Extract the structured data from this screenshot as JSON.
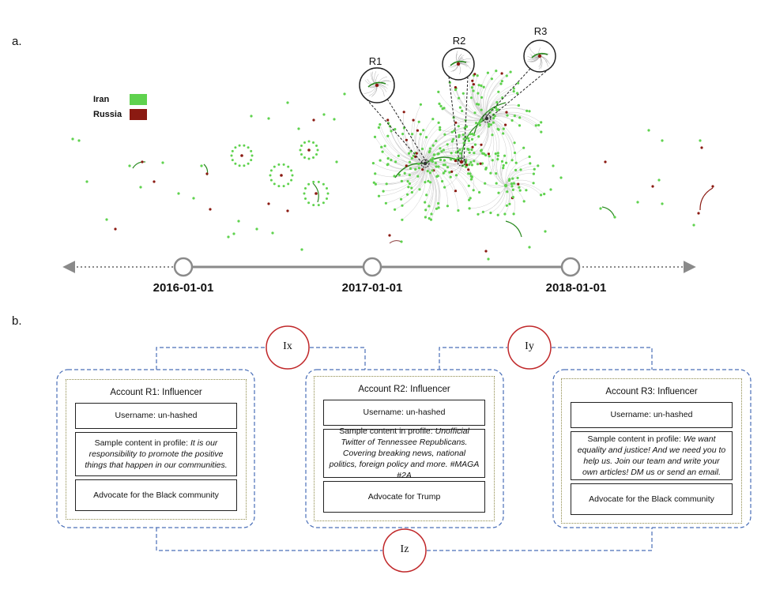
{
  "panels": {
    "a": "a.",
    "b": "b."
  },
  "legend": [
    {
      "label": "Iran",
      "color": "#5fd24e"
    },
    {
      "label": "Russia",
      "color": "#8b1a12"
    }
  ],
  "colors": {
    "edge": "#cfcfcf",
    "timeline": "#8a8a8a",
    "influencer_circle": "#c0282a",
    "card_border": "#4a6fb8"
  },
  "timeline": {
    "dates": [
      "2016-01-01",
      "2017-01-01",
      "2018-01-01"
    ]
  },
  "zoom_labels": [
    "R1",
    "R2",
    "R3"
  ],
  "influence_labels": {
    "ix": "Ix",
    "iy": "Iy",
    "iz": "Iz"
  },
  "cards": [
    {
      "title": "Account R1: Influencer",
      "username": "Username: un-hashed",
      "sample_prefix": "Sample content in profile: ",
      "sample_text": "It is our responsibility to promote the positive things that happen in our communities.",
      "advocate": "Advocate for the Black community"
    },
    {
      "title": "Account R2: Influencer",
      "username": "Username: un-hashed",
      "sample_prefix": "Sample content in profile: ",
      "sample_text": "Unofficial Twitter of Tennessee Republicans. Covering breaking news, national politics, foreign policy and more. #MAGA #2A",
      "advocate": "Advocate for Trump"
    },
    {
      "title": "Account R3: Influencer",
      "username": "Username: un-hashed",
      "sample_prefix": "Sample content in profile: ",
      "sample_text": "We want equality and justice! And we need you to help us. Join our team and write your own articles! DM us or send an email.",
      "advocate": "Advocate for the Black community"
    }
  ]
}
